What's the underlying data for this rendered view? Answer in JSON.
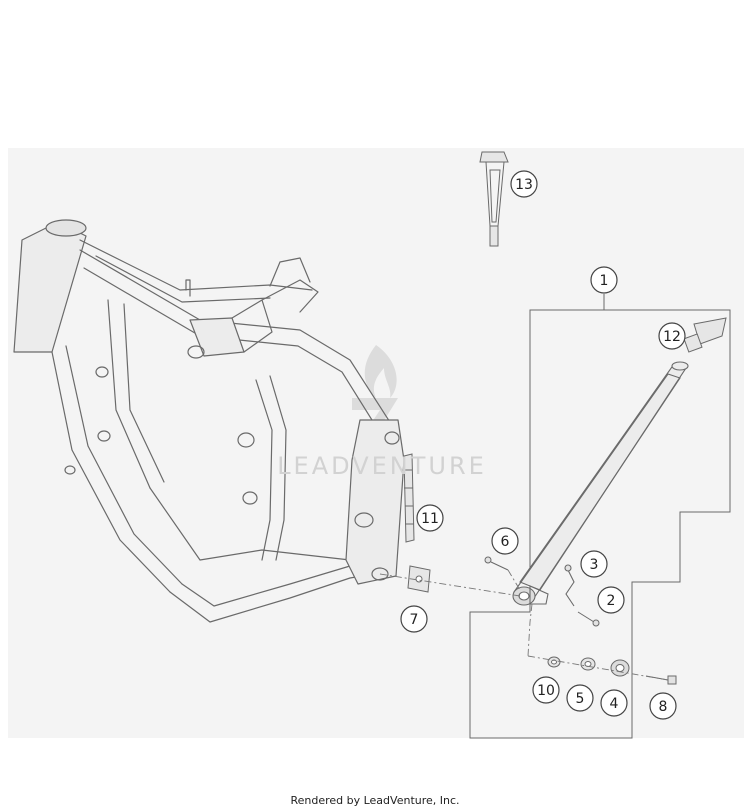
{
  "watermark": {
    "text": "LEADVENTURE"
  },
  "footer": {
    "credit": "Rendered by LeadVenture, Inc."
  },
  "callouts": [
    {
      "id": "c13",
      "label": "13"
    },
    {
      "id": "c1",
      "label": "1"
    },
    {
      "id": "c12",
      "label": "12"
    },
    {
      "id": "c11",
      "label": "11"
    },
    {
      "id": "c6",
      "label": "6"
    },
    {
      "id": "c3",
      "label": "3"
    },
    {
      "id": "c2",
      "label": "2"
    },
    {
      "id": "c7",
      "label": "7"
    },
    {
      "id": "c10",
      "label": "10"
    },
    {
      "id": "c5",
      "label": "5"
    },
    {
      "id": "c4",
      "label": "4"
    },
    {
      "id": "c8",
      "label": "8"
    }
  ],
  "colors": {
    "line": "#6a6a6a",
    "frame_fill": "#f4f4f4",
    "part_fill": "#e6e6e6"
  }
}
